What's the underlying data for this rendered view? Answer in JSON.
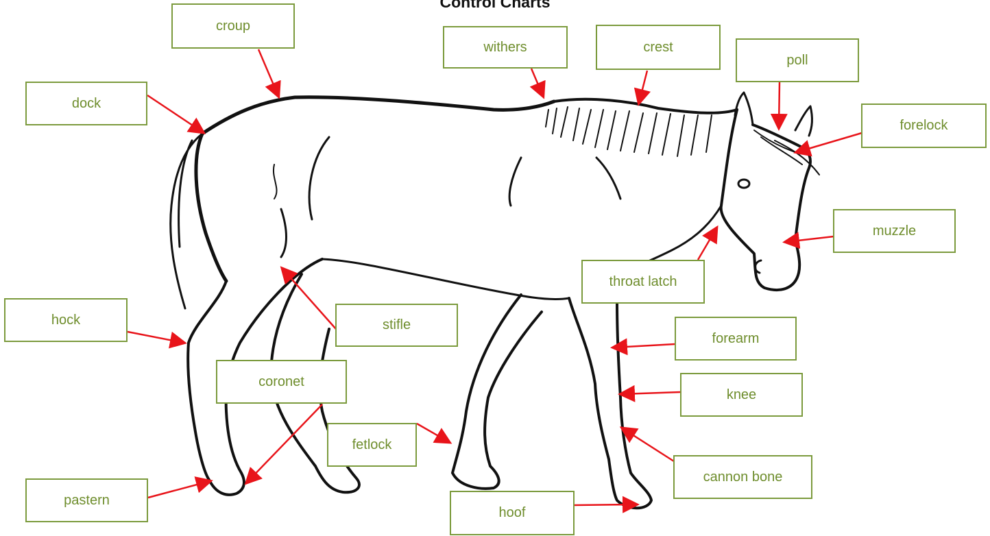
{
  "title": "Control Charts",
  "colors": {
    "label_border": "#7b9a3c",
    "label_text": "#6e8d2c",
    "arrow": "#e8141a",
    "outline": "#111111"
  },
  "labels": {
    "croup": "croup",
    "withers": "withers",
    "crest": "crest",
    "poll": "poll",
    "dock": "dock",
    "forelock": "forelock",
    "muzzle": "muzzle",
    "throat_latch": "throat latch",
    "hock": "hock",
    "stifle": "stifle",
    "forearm": "forearm",
    "coronet": "coronet",
    "knee": "knee",
    "fetlock": "fetlock",
    "cannon_bone": "cannon bone",
    "pastern": "pastern",
    "hoof": "hoof"
  }
}
